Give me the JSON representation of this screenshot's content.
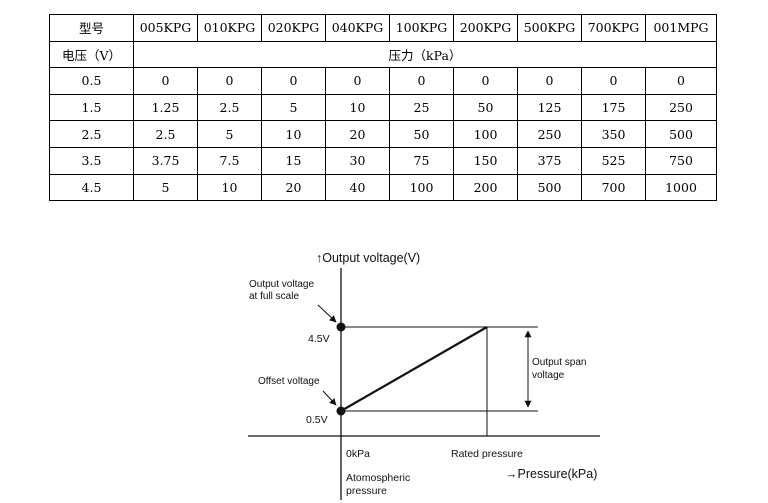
{
  "table": {
    "model_label": "型号",
    "models": [
      "005KPG",
      "010KPG",
      "020KPG",
      "040KPG",
      "100KPG",
      "200KPG",
      "500KPG",
      "700KPG",
      "001MPG"
    ],
    "voltage_label": "电压（V）",
    "pressure_label": "压力（kPa）",
    "rows": [
      {
        "voltage": "0.5",
        "values": [
          "0",
          "0",
          "0",
          "0",
          "0",
          "0",
          "0",
          "0",
          "0"
        ]
      },
      {
        "voltage": "1.5",
        "values": [
          "1.25",
          "2.5",
          "5",
          "10",
          "25",
          "50",
          "125",
          "175",
          "250"
        ]
      },
      {
        "voltage": "2.5",
        "values": [
          "2.5",
          "5",
          "10",
          "20",
          "50",
          "100",
          "250",
          "350",
          "500"
        ]
      },
      {
        "voltage": "3.5",
        "values": [
          "3.75",
          "7.5",
          "15",
          "30",
          "75",
          "150",
          "375",
          "525",
          "750"
        ]
      },
      {
        "voltage": "4.5",
        "values": [
          "5",
          "10",
          "20",
          "40",
          "100",
          "200",
          "500",
          "700",
          "1000"
        ]
      }
    ]
  },
  "diagram": {
    "y_axis_title": "↑Output voltage(V)",
    "x_axis_title": "→Pressure(kPa)",
    "full_scale_label": [
      "Output voltage",
      "at full scale"
    ],
    "offset_label": "Offset voltage",
    "v_high": "4.5V",
    "v_low": "0.5V",
    "x_zero": "0kPa",
    "x_rated": "Rated pressure",
    "atmospheric_label": [
      "Atomospheric",
      "pressure"
    ],
    "span_label": [
      "Output span",
      "voltage"
    ]
  }
}
